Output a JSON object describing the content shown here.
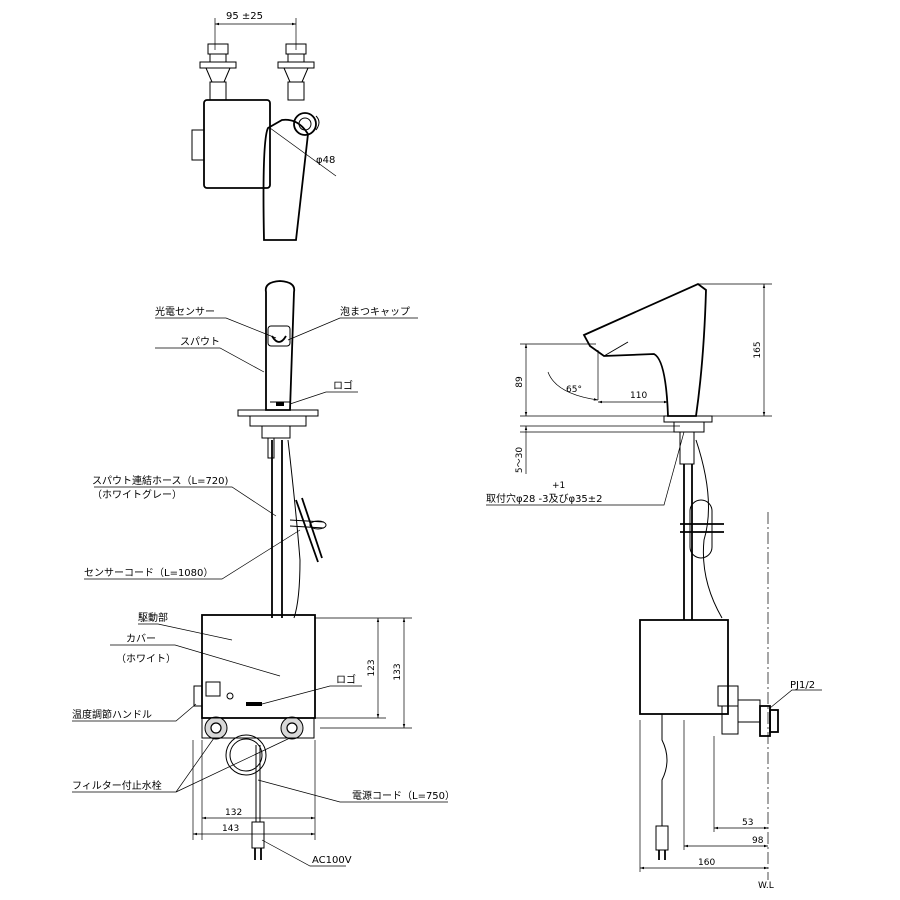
{
  "top_view": {
    "dim_spacing": "95 ±25",
    "dim_dia": "φ48"
  },
  "front_view": {
    "label_sensor": "光電センサー",
    "label_cap": "泡まつキャップ",
    "label_spout": "スパウト",
    "label_logo_top": "ロゴ",
    "label_hose": "スパウト連結ホース（L=720)",
    "label_hose_color": "（ホワイトグレー）",
    "label_sensor_cord": "センサーコード（L=1080）",
    "label_drive": "駆動部",
    "label_cover": "カバー",
    "label_cover_color": "（ホワイト）",
    "label_logo_bottom": "ロゴ",
    "label_temp_handle": "温度調節ハンドル",
    "label_filter": "フィルター付止水栓",
    "label_power_cord": "電源コード（L=750）",
    "label_ac": "AC100V",
    "dim_123": "123",
    "dim_133": "133",
    "dim_132": "132",
    "dim_143": "143"
  },
  "side_view": {
    "dim_165": "165",
    "dim_89": "89",
    "dim_110": "110",
    "dim_angle": "65°",
    "dim_5_30": "5～30",
    "dim_tol": "+1",
    "label_hole": "取付穴φ28 -3及びφ35±2",
    "label_pj": "PJ1/2",
    "dim_53": "53",
    "dim_98": "98",
    "dim_160": "160",
    "label_wl": "W.L"
  },
  "colors": {
    "line": "#000000",
    "fill_gray": "#d8d8d8",
    "background": "#ffffff"
  }
}
